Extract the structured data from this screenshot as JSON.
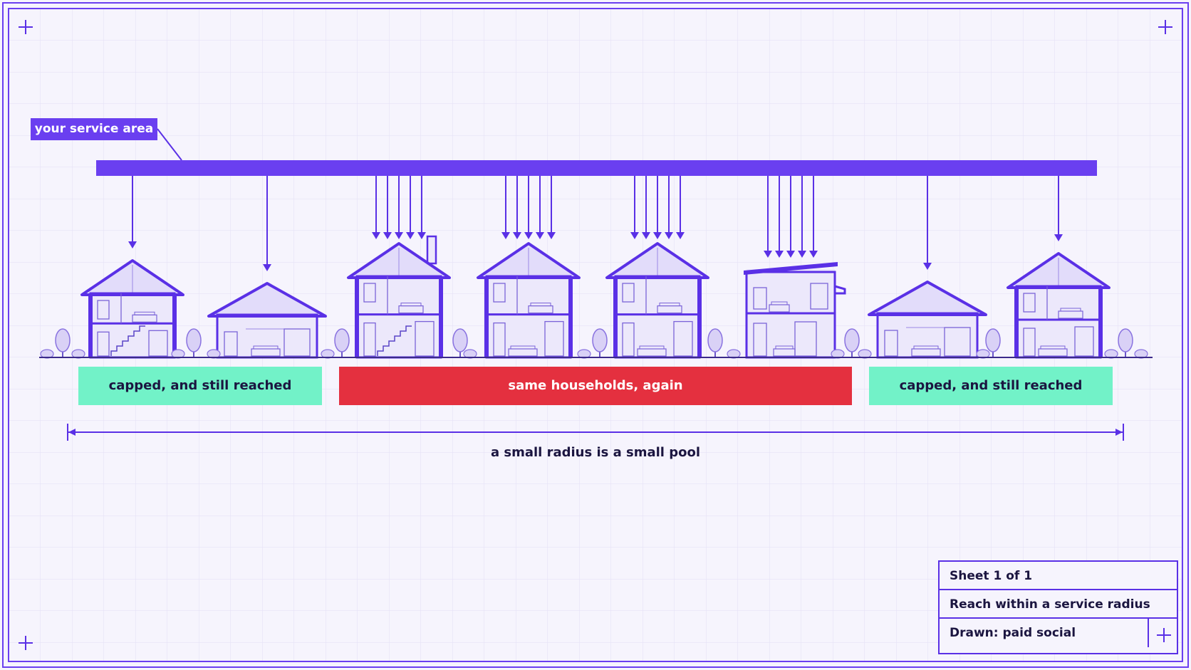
{
  "service_area_label": "your service area",
  "bands": {
    "left": "capped, and still reached",
    "middle": "same households, again",
    "right": "capped, and still reached"
  },
  "dimension_label": "a small radius is a small pool",
  "title_block": {
    "sheet": "Sheet 1 of 1",
    "title": "Reach within a service radius",
    "drawn": "Drawn: paid social"
  },
  "colors": {
    "accent": "#5a30e6",
    "bar": "#6a3ff0",
    "capped_band": "#72f2c8",
    "repeat_band": "#e4303f",
    "ink": "#1b1540",
    "paper": "#f6f4fd"
  },
  "houses": [
    {
      "style": "two-storey",
      "arrows": 1
    },
    {
      "style": "bungalow",
      "arrows": 1
    },
    {
      "style": "two-storey-chimney",
      "arrows": 5
    },
    {
      "style": "two-storey",
      "arrows": 5
    },
    {
      "style": "two-storey",
      "arrows": 5
    },
    {
      "style": "modern-flat",
      "arrows": 5
    },
    {
      "style": "bungalow",
      "arrows": 1
    },
    {
      "style": "two-storey",
      "arrows": 1
    }
  ]
}
